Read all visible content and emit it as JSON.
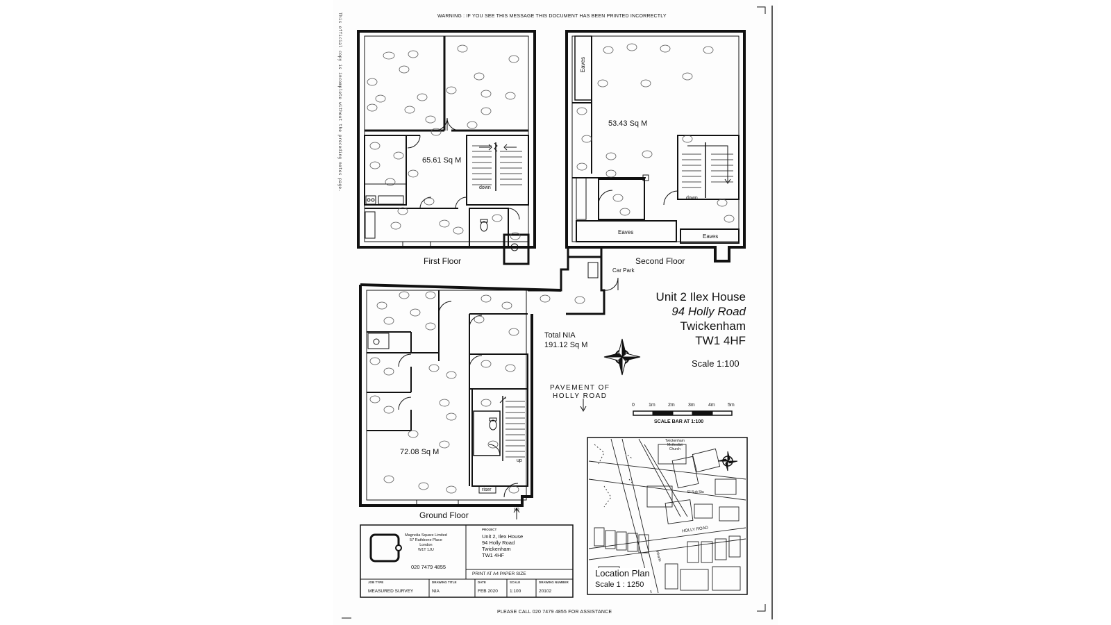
{
  "document": {
    "warning": "WARNING : IF YOU SEE THIS MESSAGE THIS DOCUMENT HAS BEEN PRINTED INCORRECTLY",
    "side_note": "This official copy is incomplete without the preceding notes page.",
    "footer": "PLEASE CALL 020 7479 4855 FOR ASSISTANCE"
  },
  "floors": {
    "first": {
      "label": "First Floor",
      "area": "65.61 Sq M",
      "stair_label": "down"
    },
    "second": {
      "label": "Second Floor",
      "area": "53.43 Sq M",
      "eaves_1": "Eaves",
      "eaves_2": "Eaves",
      "eaves_3": "Eaves",
      "stair_label": "down"
    },
    "ground": {
      "label": "Ground Floor",
      "area": "72.08 Sq M",
      "stair_up": "up",
      "riser": "riser",
      "entry_up": "up"
    }
  },
  "total": {
    "label": "Total NIA",
    "value": "191.12 Sq M"
  },
  "car_park": "Car Park",
  "pavement": {
    "line1": "PAVEMENT OF",
    "line2": "HOLLY ROAD"
  },
  "address": {
    "line1": "Unit 2 Ilex House",
    "line2": "94 Holly Road",
    "line3": "Twickenham",
    "line4": "TW1 4HF"
  },
  "scale": "Scale 1:100",
  "scale_bar": {
    "ticks": [
      "0",
      "1m",
      "2m",
      "3m",
      "4m",
      "5m"
    ],
    "caption": "SCALE BAR AT 1:100"
  },
  "location_plan": {
    "title": "Location Plan",
    "scale": "Scale 1 : 1250",
    "labels": {
      "church1": "Twickenham",
      "church2": "Methodist",
      "church3": "Church",
      "substation": "El Sub Sta",
      "road": "HOLLY ROAD",
      "wharf": "Wharfe"
    }
  },
  "title_block": {
    "company": {
      "name": "Magnolia Square Limited",
      "address1": "57 Rathbone Place",
      "address2": "London",
      "postcode": "W1T 1JU",
      "phone": "020 7479 4855"
    },
    "project_heading": "PROJECT",
    "project": {
      "line1": "Unit 2, Ilex House",
      "line2": "94 Holly Road",
      "line3": "Twickenham",
      "line4": "TW1 4HF"
    },
    "print_note": "PRINT AT A4 PAPER SIZE",
    "fields": {
      "job_type": {
        "heading": "JOB TYPE",
        "value": "MEASURED SURVEY"
      },
      "drawing_title": {
        "heading": "DRAWING TITLE",
        "value": "NIA"
      },
      "date": {
        "heading": "DATE",
        "value": "FEB 2020"
      },
      "scale": {
        "heading": "SCALE",
        "value": "1:100"
      },
      "drawing_number": {
        "heading": "DRAWING NUMBER",
        "value": "20102"
      }
    }
  }
}
